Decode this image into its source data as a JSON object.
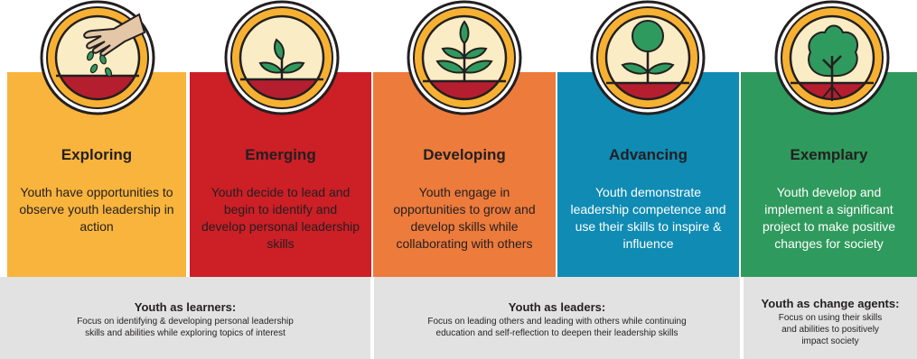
{
  "stages": [
    {
      "title": "Exploring",
      "desc": "Youth have opportunities to observe youth leadership in action",
      "color": "#f8b43d",
      "text_color": "#231f20",
      "icon": "hand-seeds-icon"
    },
    {
      "title": "Emerging",
      "desc": "Youth decide to lead and begin to identify and develop personal leadership skills",
      "color": "#cc1f26",
      "text_color": "#231f20",
      "icon": "sprout-icon"
    },
    {
      "title": "Developing",
      "desc": "Youth engage in opportunities to grow and develop skills while collaborating with others",
      "color": "#ed7b3c",
      "text_color": "#231f20",
      "icon": "seedling-icon"
    },
    {
      "title": "Advancing",
      "desc": "Youth demonstrate leadership competence and use their skills to inspire & influence",
      "color": "#0f8bb4",
      "text_color": "#ffffff",
      "icon": "young-plant-icon"
    },
    {
      "title": "Exemplary",
      "desc": "Youth develop and implement a significant project to make positive changes for society",
      "color": "#2f9a5d",
      "text_color": "#ffffff",
      "icon": "tree-icon"
    }
  ],
  "groups": [
    {
      "title": "Youth as learners:",
      "desc": "Focus on identifying & developing personal leadership\nskills and abilities while exploring topics of interest"
    },
    {
      "title": "Youth as leaders:",
      "desc": "Focus on leading others and leading with others while continuing\neducation and self-reflection to deepen their leadership skills"
    },
    {
      "title": "Youth as change agents:",
      "desc": "Focus on using their skills\nand abilities to positively\nimpact society"
    }
  ],
  "palette": {
    "soil": "#b51e2f",
    "ring": "#f6b133",
    "sky": "#faecc4",
    "plant": "#2f9a5d",
    "outline": "#231f20",
    "hand": "#e4c7a6"
  }
}
